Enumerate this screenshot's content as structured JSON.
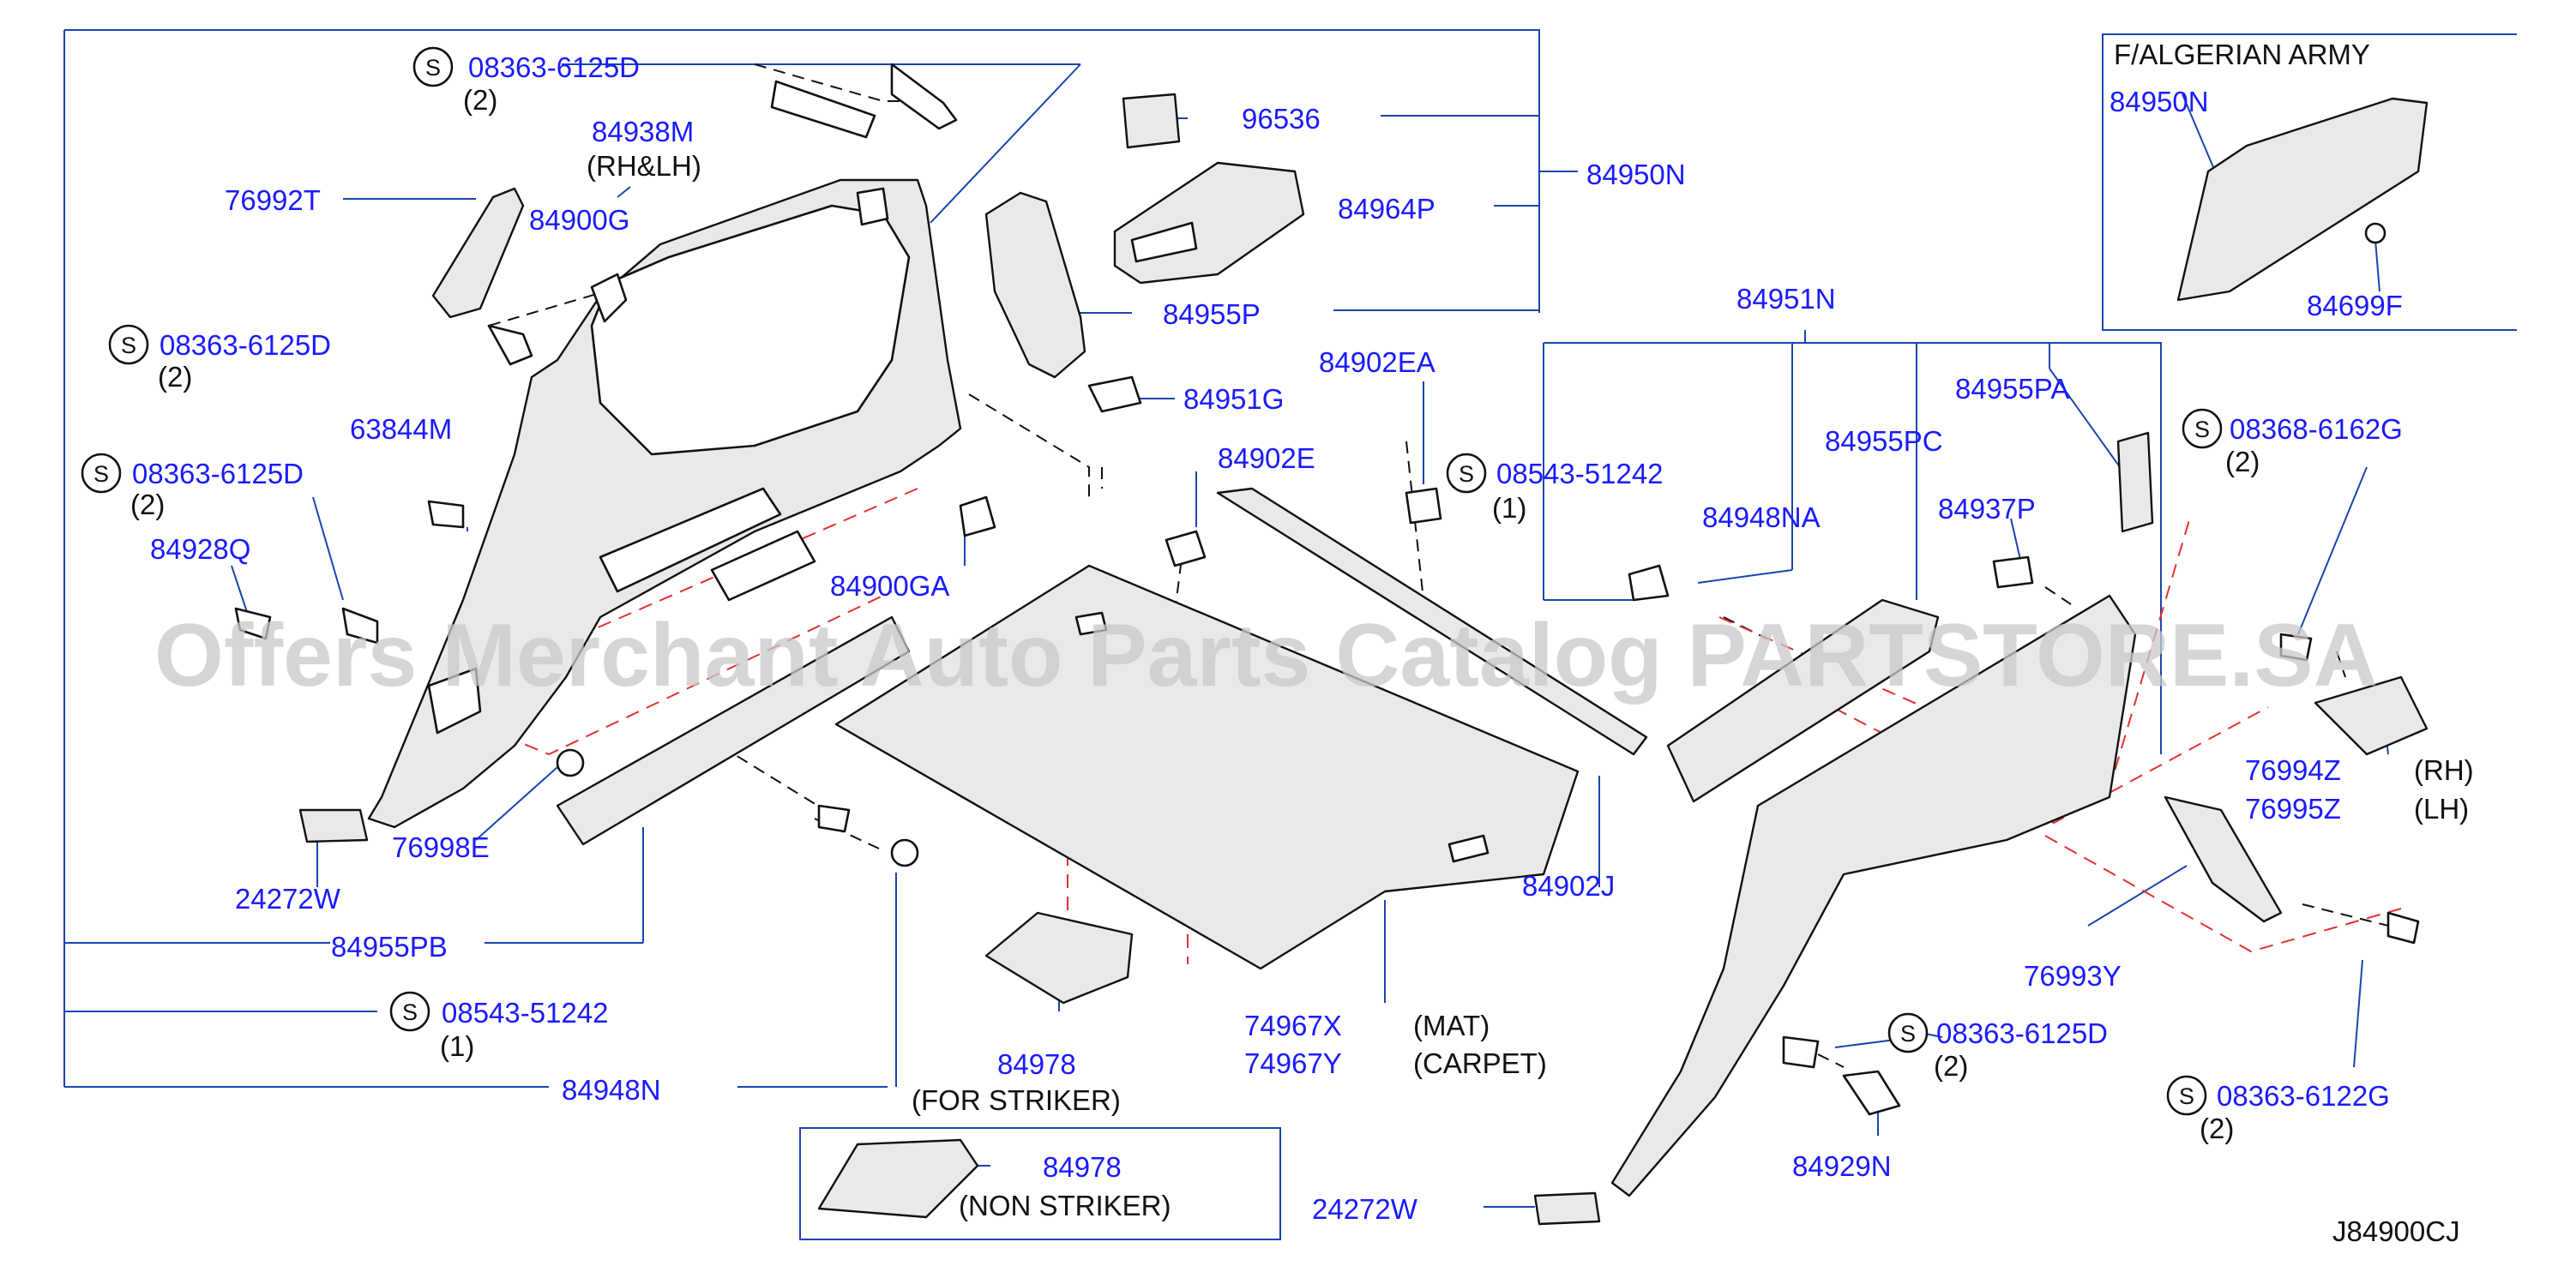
{
  "watermark": "Offers Merchant Auto Parts Catalog PARTSTORE.SA",
  "diagram_code": "J84900CJ",
  "inset_title": "F/ALGERIAN  ARMY",
  "parts": {
    "p08363_6125D_top": "08363-6125D",
    "qty_top": "(2)",
    "p84938M": "84938M",
    "rhlh": "(RH&LH)",
    "p76992T": "76992T",
    "p84900G": "84900G",
    "p08363_6125D_mid": "08363-6125D",
    "qty_mid": "(2)",
    "p63844M": "63844M",
    "p08363_6125D_low": "08363-6125D",
    "qty_low": "(2)",
    "p84928Q": "84928Q",
    "p96536": "96536",
    "p84964P": "84964P",
    "p84950N": "84950N",
    "p84955P": "84955P",
    "p84951G": "84951G",
    "p84902EA": "84902EA",
    "p84902E": "84902E",
    "p84900GA": "84900GA",
    "p76998E": "76998E",
    "p24272W_left": "24272W",
    "p84955PB": "84955PB",
    "p08543_51242_left": "08543-51242",
    "qty_08543_left": "(1)",
    "p84948N": "84948N",
    "p84978_striker": "84978",
    "for_striker": "(FOR  STRIKER)",
    "p84978_non": "84978",
    "non_striker": "(NON  STRIKER)",
    "p74967X": "74967X",
    "p74967Y": "74967Y",
    "mat": "(MAT)",
    "carpet": "(CARPET)",
    "p84902J": "84902J",
    "p84951N": "84951N",
    "p84955PA": "84955PA",
    "p08543_51242_right": "08543-51242",
    "qty_08543_right": "(1)",
    "p84955PC": "84955PC",
    "p84948NA": "84948NA",
    "p84937P": "84937P",
    "p08368_6162G": "08368-6162G",
    "qty_08368": "(2)",
    "p76994Z": "76994Z",
    "rh": "(RH)",
    "p76995Z": "76995Z",
    "lh": "(LH)",
    "p76993Y": "76993Y",
    "p08363_6125D_right": "08363-6125D",
    "qty_right": "(2)",
    "p84929N": "84929N",
    "p08363_6122G": "08363-6122G",
    "qty_6122G": "(2)",
    "p24272W_right": "24272W",
    "inset_84950N": "84950N",
    "inset_84699F": "84699F"
  },
  "screw_marker": "S"
}
